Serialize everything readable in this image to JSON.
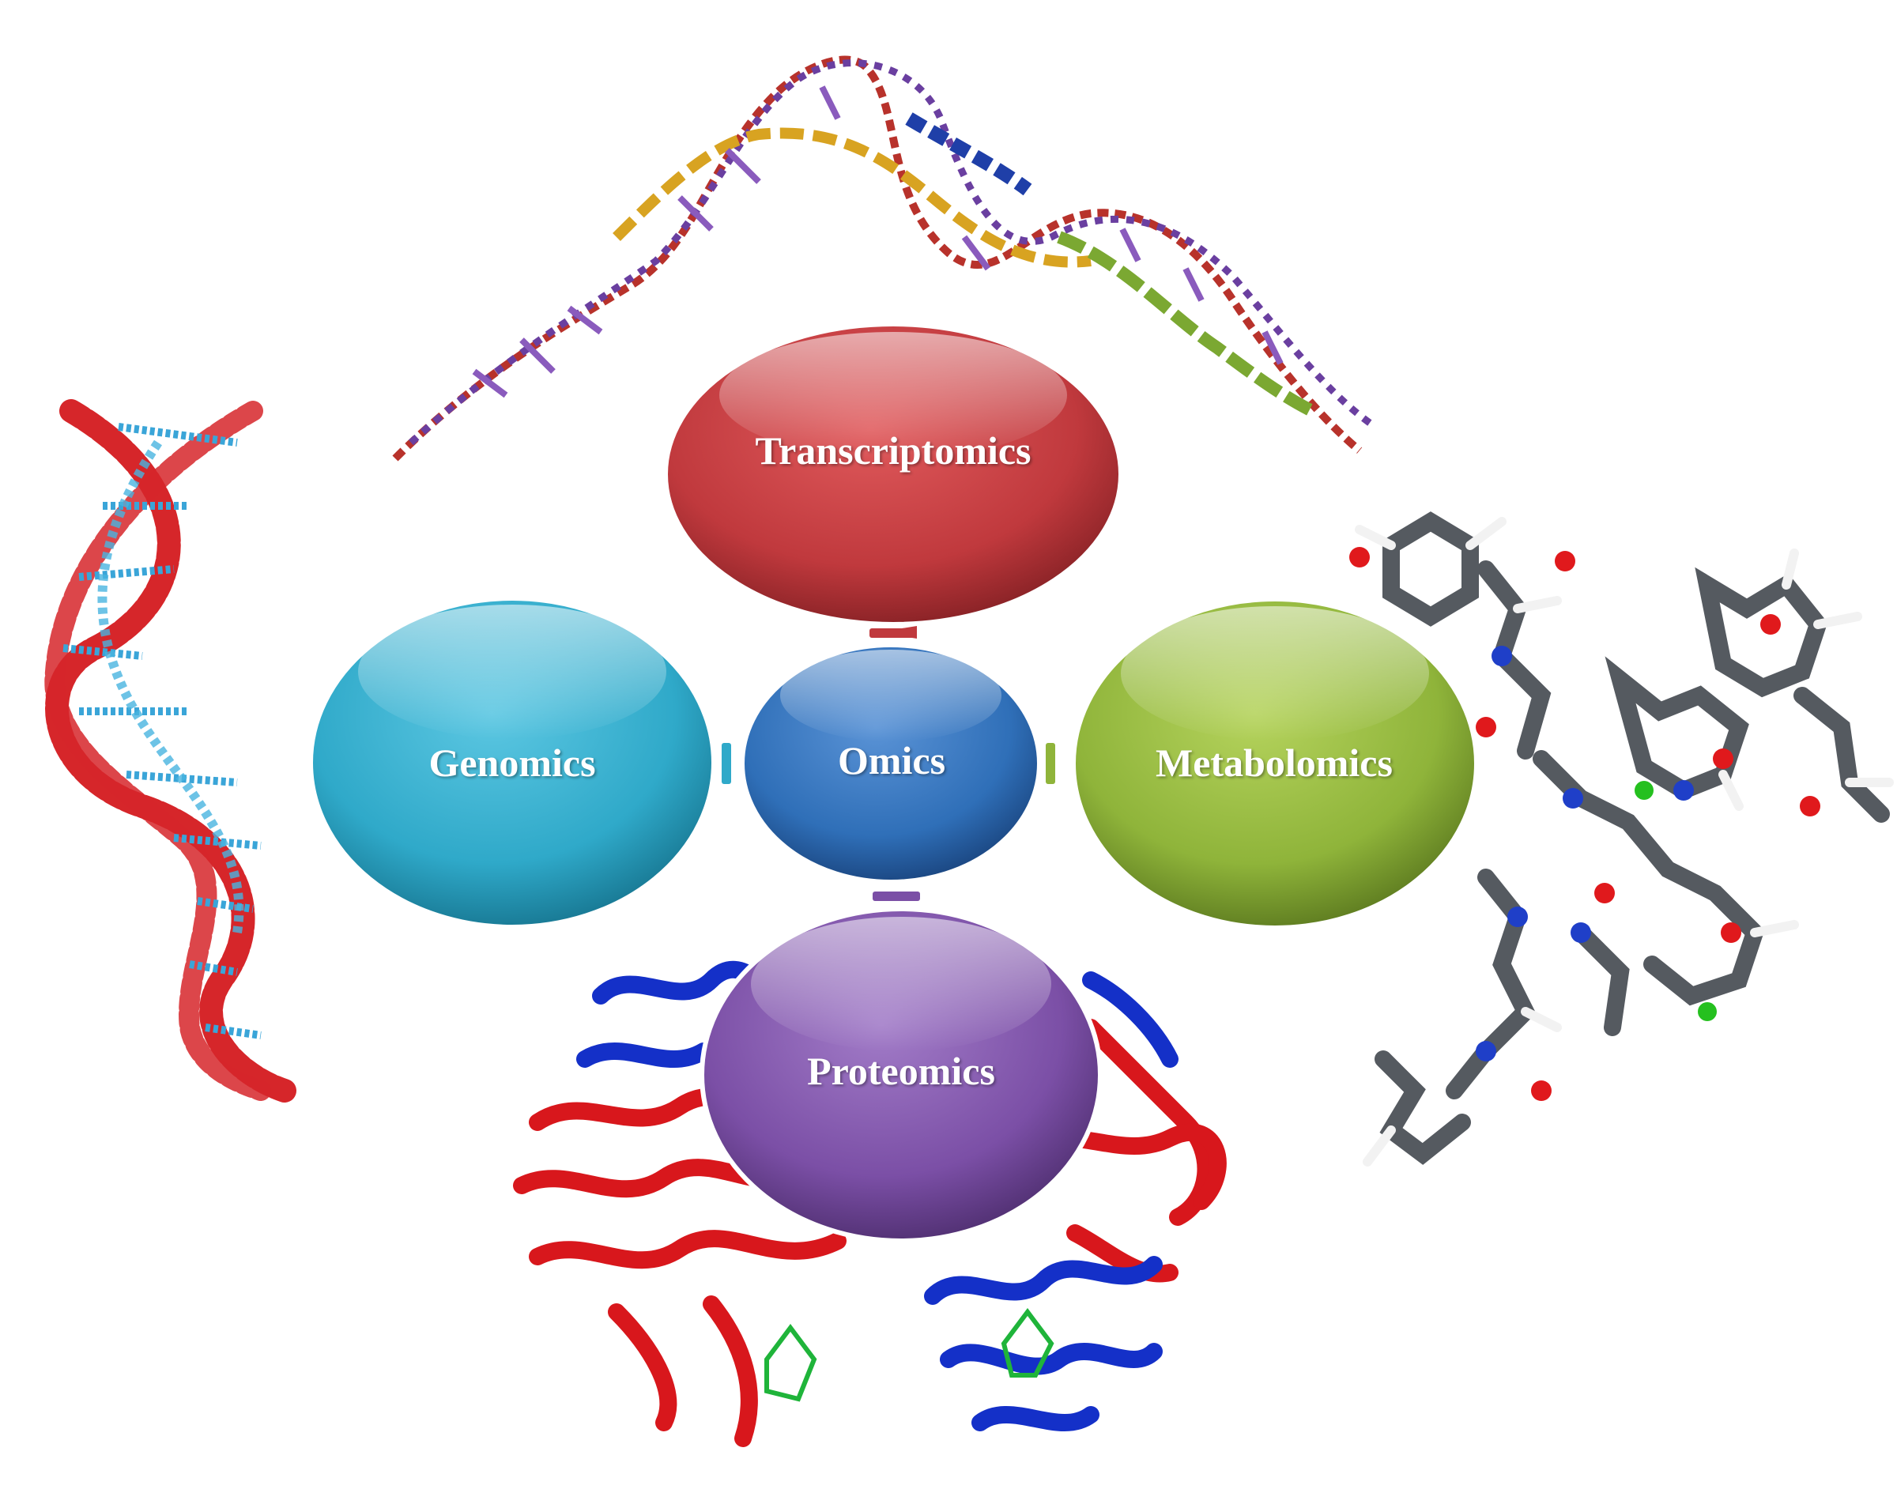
{
  "diagram": {
    "center": {
      "label": "Omics",
      "color": "#2f6fb8"
    },
    "nodes": [
      {
        "id": "transcriptomics",
        "label": "Transcriptomics",
        "color": "#c0393d",
        "position": "top"
      },
      {
        "id": "genomics",
        "label": "Genomics",
        "color": "#2fa9c9",
        "position": "left"
      },
      {
        "id": "metabolomics",
        "label": "Metabolomics",
        "color": "#8fb43a",
        "position": "right"
      },
      {
        "id": "proteomics",
        "label": "Proteomics",
        "color": "#7b4fa6",
        "position": "bottom"
      }
    ],
    "illustrations": [
      {
        "name": "rna-strand-illustration",
        "placement": "top"
      },
      {
        "name": "dna-double-helix-illustration",
        "placement": "left"
      },
      {
        "name": "small-molecule-structure-illustration",
        "placement": "right"
      },
      {
        "name": "protein-ribbon-illustration",
        "placement": "bottom"
      }
    ]
  }
}
